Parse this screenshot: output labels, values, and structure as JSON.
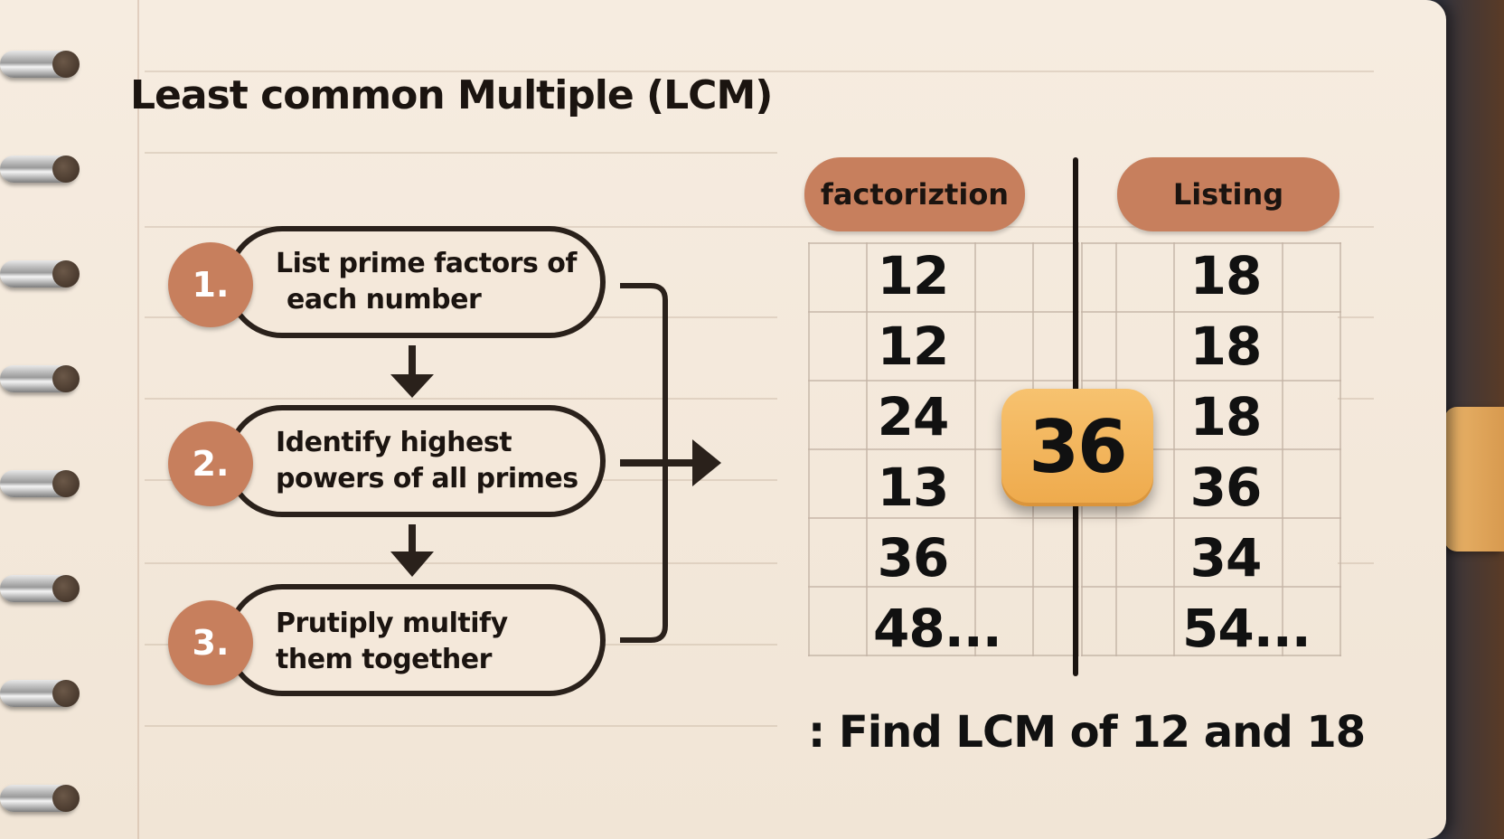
{
  "title": "Least common Multiple (LCM)",
  "steps": [
    {
      "number": "1.",
      "text_line1": "List prime factors of",
      "text_line2": "each number"
    },
    {
      "number": "2.",
      "text_line1": "Identify highest",
      "text_line2": "powers of all primes"
    },
    {
      "number": "3.",
      "text_line1": "Prutiply multify",
      "text_line2": "them together"
    }
  ],
  "columns": {
    "left_header": "factoriztion",
    "right_header": "Listing",
    "left_values": [
      "12",
      "12",
      "24",
      "13",
      "36",
      "48..."
    ],
    "right_values": [
      "18",
      "18",
      "18",
      "36",
      "34",
      "54..."
    ]
  },
  "answer": "36",
  "footer": ": Find LCM of 12 and 18",
  "colors": {
    "accent": "#c77f5d",
    "answer_badge": "#f2b458",
    "ink": "#1b1410",
    "paper": "#f4e8da"
  }
}
